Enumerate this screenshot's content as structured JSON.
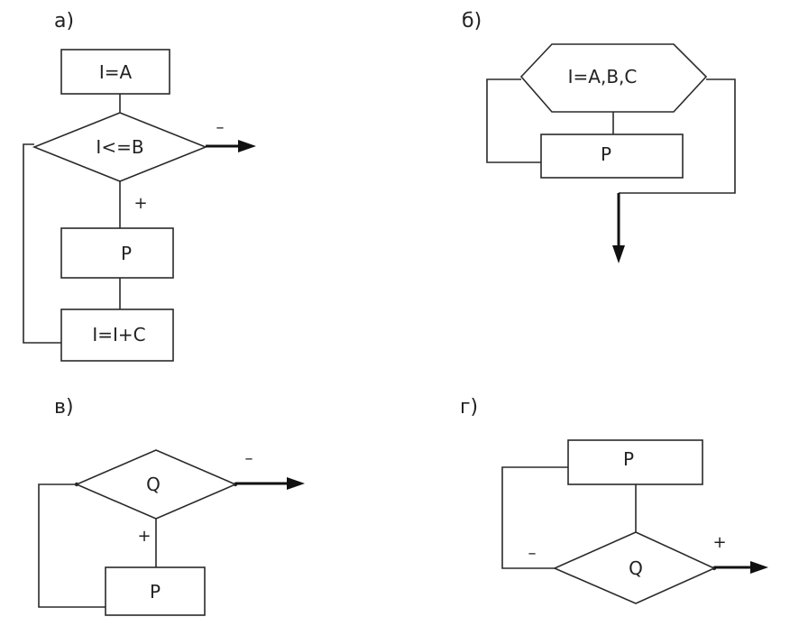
{
  "panels": {
    "a": {
      "label": "а)",
      "init": "I=A",
      "condition": "I<=B",
      "minus": "–",
      "plus": "+",
      "body": "P",
      "step": "I=I+C"
    },
    "b": {
      "label": "б)",
      "loop_header": "I=A,B,C",
      "body": "P"
    },
    "v": {
      "label": "в)",
      "condition": "Q",
      "minus": "–",
      "plus": "+",
      "body": "P"
    },
    "g": {
      "label": "г)",
      "body": "P",
      "condition": "Q",
      "minus": "–",
      "plus": "+"
    }
  }
}
